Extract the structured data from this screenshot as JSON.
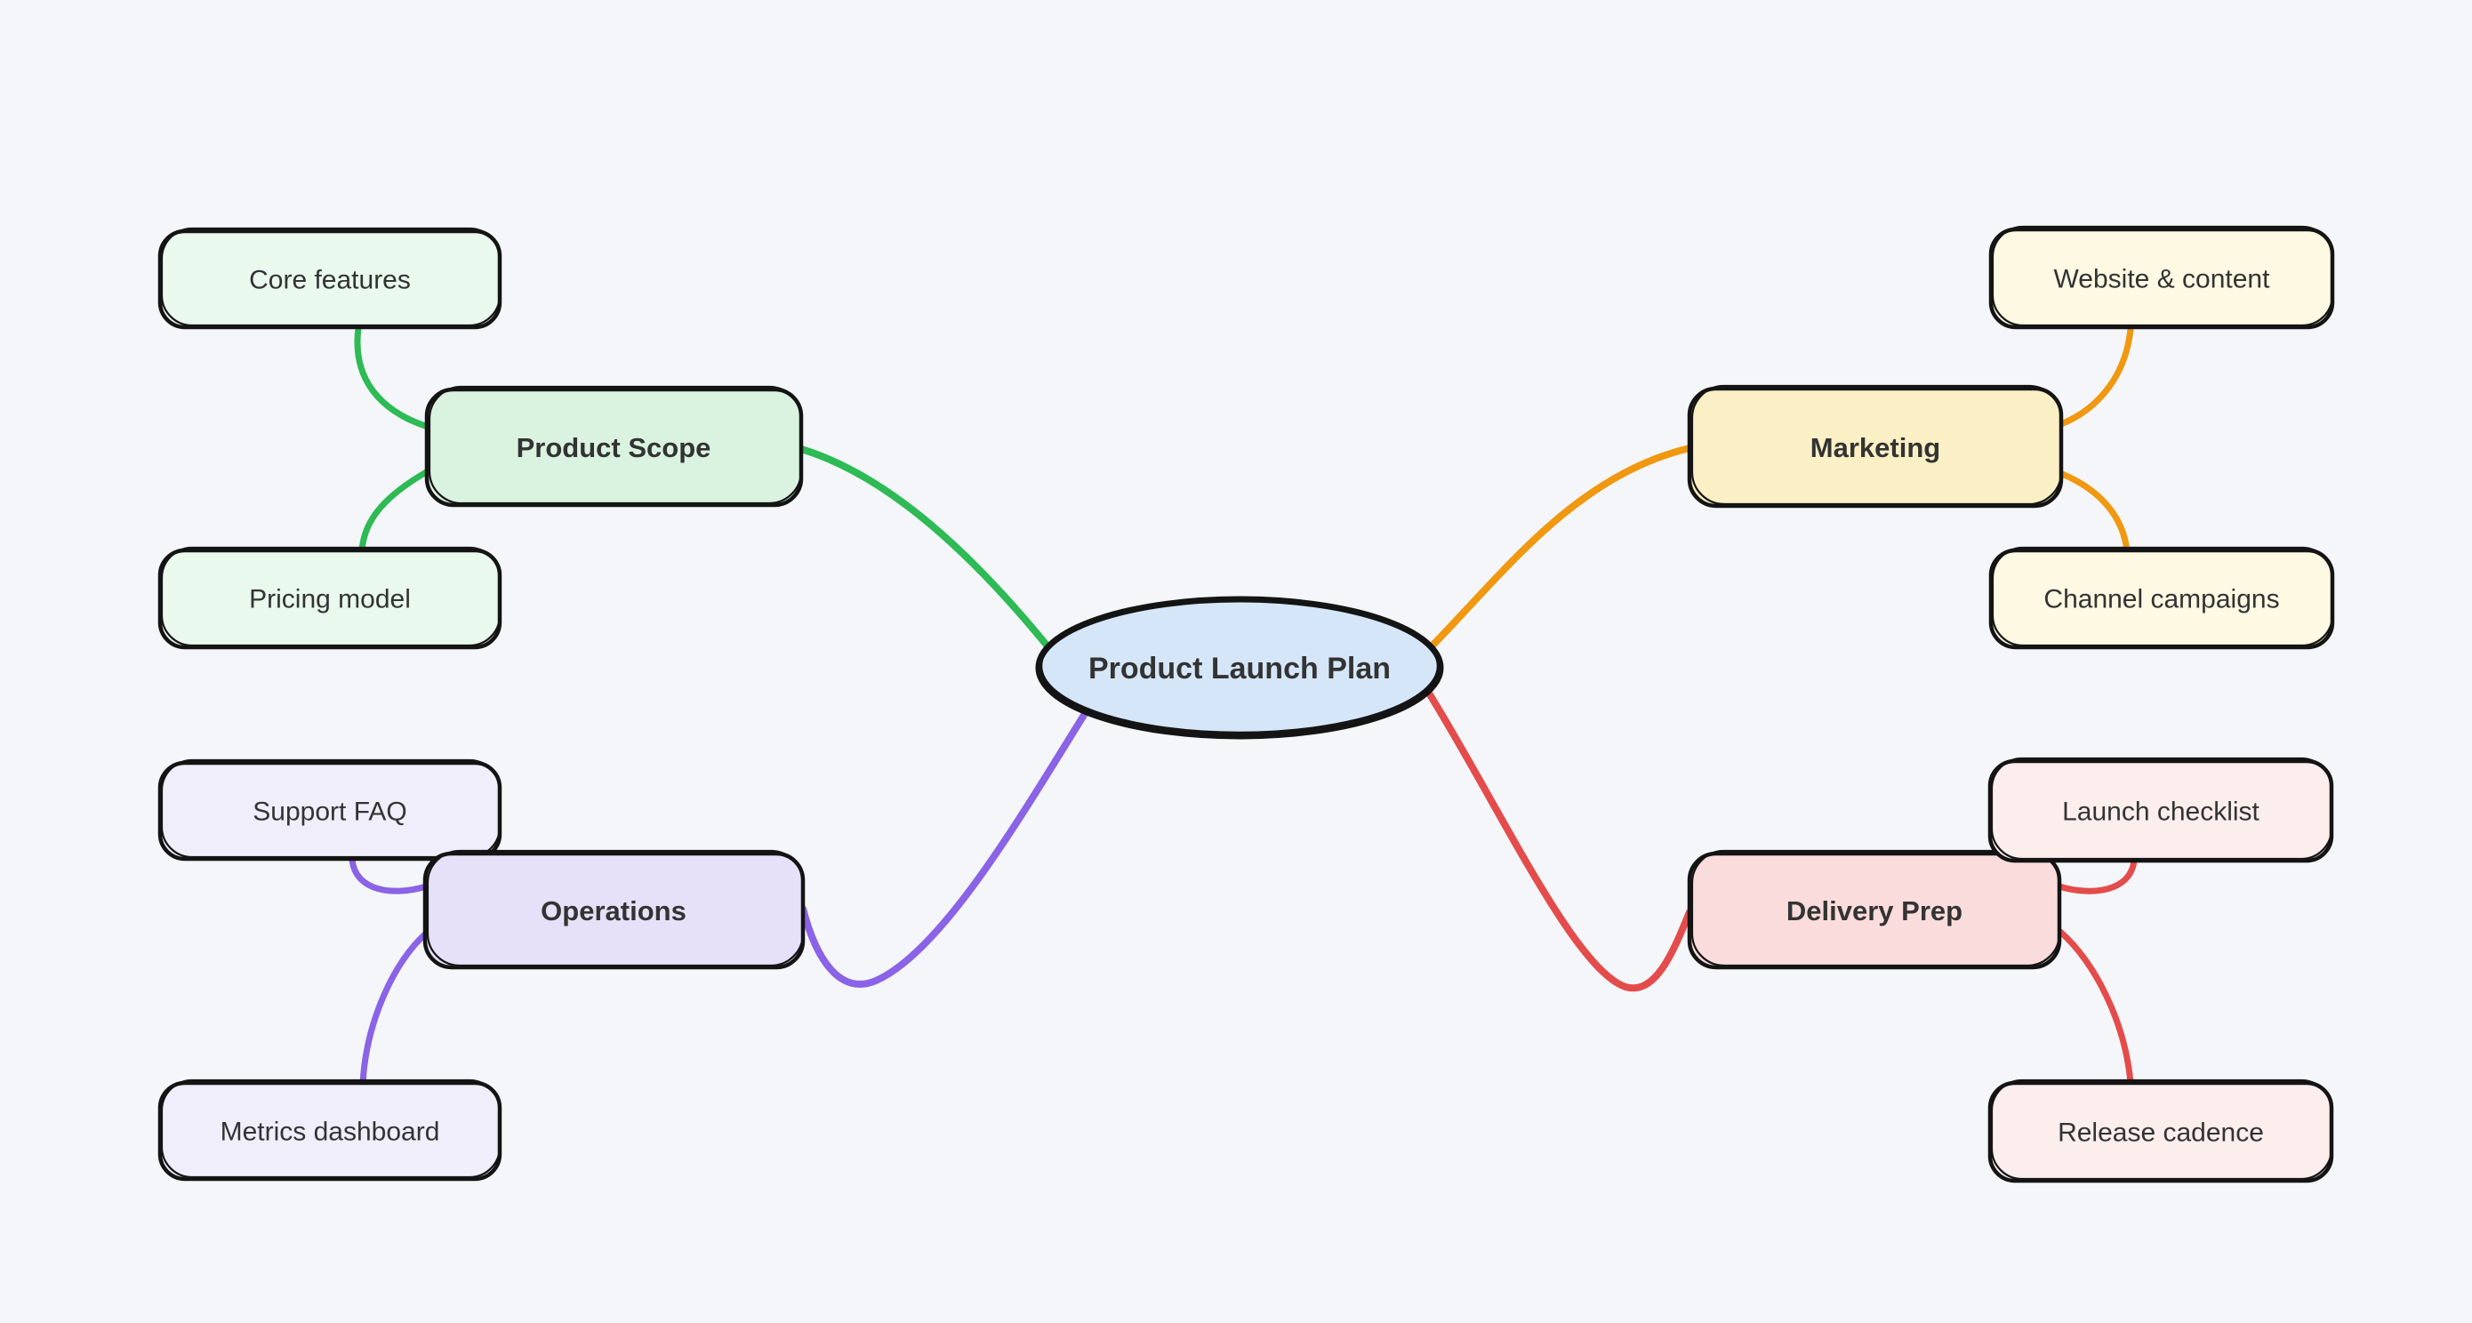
{
  "diagram_type": "mindmap",
  "background_color": "#f4f6f9",
  "text_color": "#333333",
  "node_border_color": "#141414",
  "center": {
    "label": "Product Launch Plan",
    "fill": "#d5e6f8"
  },
  "branches": [
    {
      "label": "Product Scope",
      "fill": "#d9f3e0",
      "child_fill": "#e9f9ee",
      "edge_color": "#2eba55",
      "children": [
        {
          "label": "Core features"
        },
        {
          "label": "Pricing model"
        }
      ]
    },
    {
      "label": "Marketing",
      "fill": "#fbf0c5",
      "child_fill": "#fdf9e2",
      "edge_color": "#f0980f",
      "children": [
        {
          "label": "Website & content"
        },
        {
          "label": "Channel campaigns"
        }
      ]
    },
    {
      "label": "Operations",
      "fill": "#e6e1f8",
      "child_fill": "#f0eefb",
      "edge_color": "#8a63e6",
      "children": [
        {
          "label": "Support FAQ"
        },
        {
          "label": "Metrics dashboard"
        }
      ]
    },
    {
      "label": "Delivery Prep",
      "fill": "#fadcdc",
      "child_fill": "#fdeeee",
      "edge_color": "#e44c4c",
      "children": [
        {
          "label": "Launch checklist"
        },
        {
          "label": "Release cadence"
        }
      ]
    }
  ]
}
